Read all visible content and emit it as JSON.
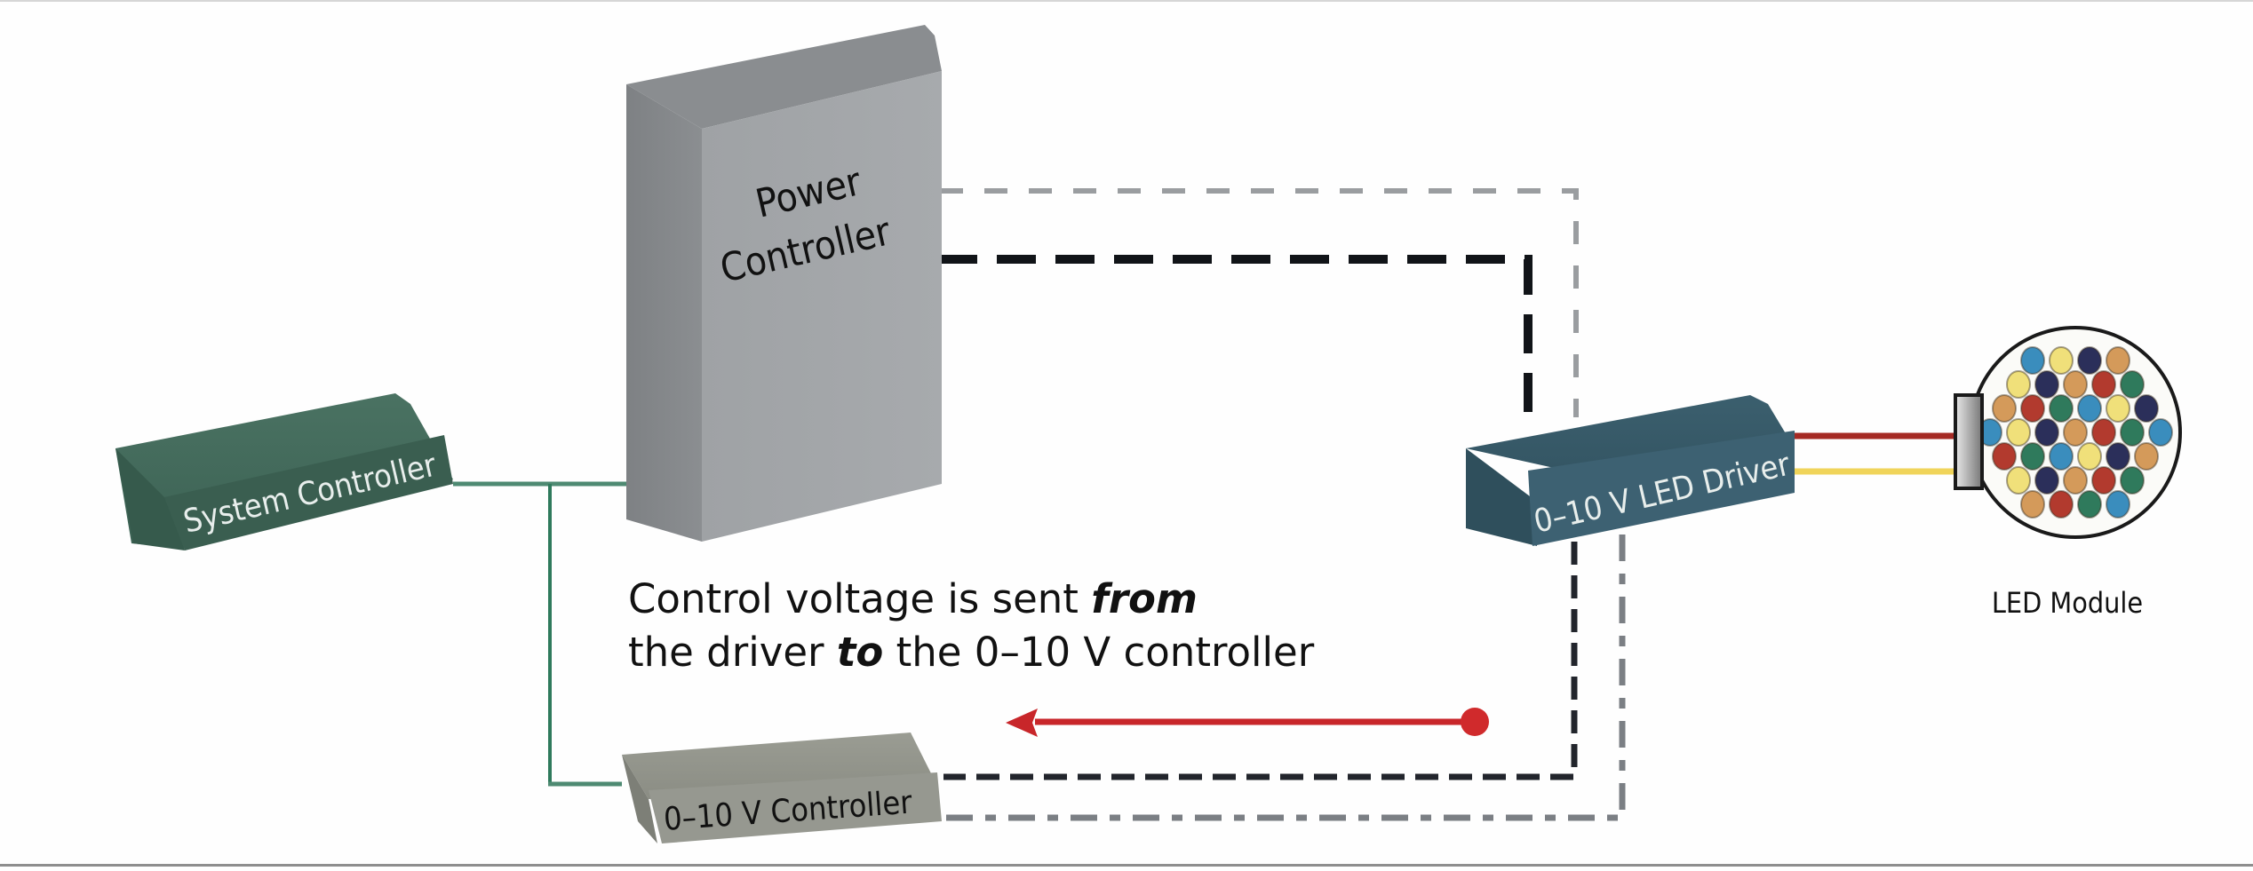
{
  "diagram": {
    "title": "0–10 V dimming system wiring",
    "components": {
      "power_controller": {
        "label_line1": "Power",
        "label_line2": "Controller",
        "color": "#9b9ea1"
      },
      "system_controller": {
        "label": "System Controller",
        "color": "#3f6657"
      },
      "led_driver": {
        "label": "0–10 V LED Driver",
        "color": "#3a5d6b"
      },
      "zero_ten_controller": {
        "label": "0–10 V Controller",
        "color": "#8f9188"
      },
      "led_module": {
        "label": "LED Module"
      }
    },
    "caption": {
      "line1_prefix": "Control voltage is sent ",
      "line1_emphasis": "from",
      "line2_prefix": "the driver ",
      "line2_emphasis": "to",
      "line2_suffix": " the 0–10 V controller"
    },
    "connections": [
      {
        "from": "System Controller",
        "to": "Power Controller",
        "style": "solid",
        "color": "#3e7a62"
      },
      {
        "from": "System Controller",
        "to": "0–10 V Controller",
        "style": "solid",
        "color": "#3e7a62"
      },
      {
        "from": "Power Controller",
        "to": "0–10 V LED Driver",
        "style": "dashed",
        "color": "#1a1a1a"
      },
      {
        "from": "Power Controller",
        "to": "0–10 V LED Driver",
        "style": "dashed",
        "color": "#9a9da0"
      },
      {
        "from": "0–10 V LED Driver",
        "to": "0–10 V Controller",
        "style": "dashed",
        "color": "#23262d"
      },
      {
        "from": "0–10 V LED Driver",
        "to": "0–10 V Controller",
        "style": "dashed",
        "color": "#7b7f84"
      },
      {
        "from": "0–10 V LED Driver",
        "to": "LED Module",
        "style": "solid",
        "color": "#a52a24"
      },
      {
        "from": "0–10 V LED Driver",
        "to": "LED Module",
        "style": "solid",
        "color": "#f0d45a"
      }
    ],
    "signal_arrow": {
      "direction": "driver-to-controller",
      "color": "#c8262a"
    },
    "led_colors": [
      "#b23a2e",
      "#2f7a5c",
      "#3a8dbd",
      "#f0e07a",
      "#2b2f5a",
      "#d49a5a"
    ]
  }
}
